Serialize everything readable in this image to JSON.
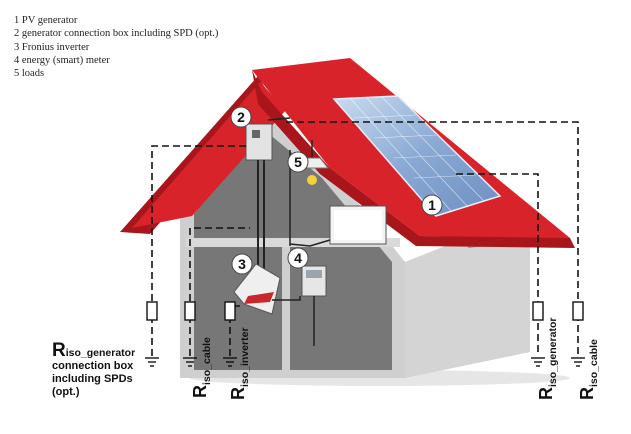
{
  "legend": {
    "items": [
      "1 PV generator",
      "2 generator connection box including SPD (opt.)",
      "3 Fronius inverter",
      "4 energy (smart) meter",
      "5 loads"
    ]
  },
  "markers": [
    "1",
    "2",
    "3",
    "4",
    "5"
  ],
  "resistors": {
    "generator_box": {
      "symbol": "R",
      "subscript": "iso_generator",
      "caption_line1": "connection box",
      "caption_line2": "including SPDs",
      "caption_line3": "(opt.)"
    },
    "cable_left": {
      "symbol": "R",
      "subscript": "iso_cable"
    },
    "inverter": {
      "symbol": "R",
      "subscript": "iso_inverter"
    },
    "generator_right": {
      "symbol": "R",
      "subscript": "iso_generator"
    },
    "cable_right": {
      "symbol": "R",
      "subscript": "iso_cable"
    }
  },
  "colors": {
    "roof": "#d8232a",
    "roof_dark": "#a8161b",
    "wall": "#c9c9c9",
    "wall_dark": "#9b9b9b",
    "interior": "#7c7c7c",
    "panel": "#9fb6d6",
    "marker_bg": "#ffffff"
  }
}
